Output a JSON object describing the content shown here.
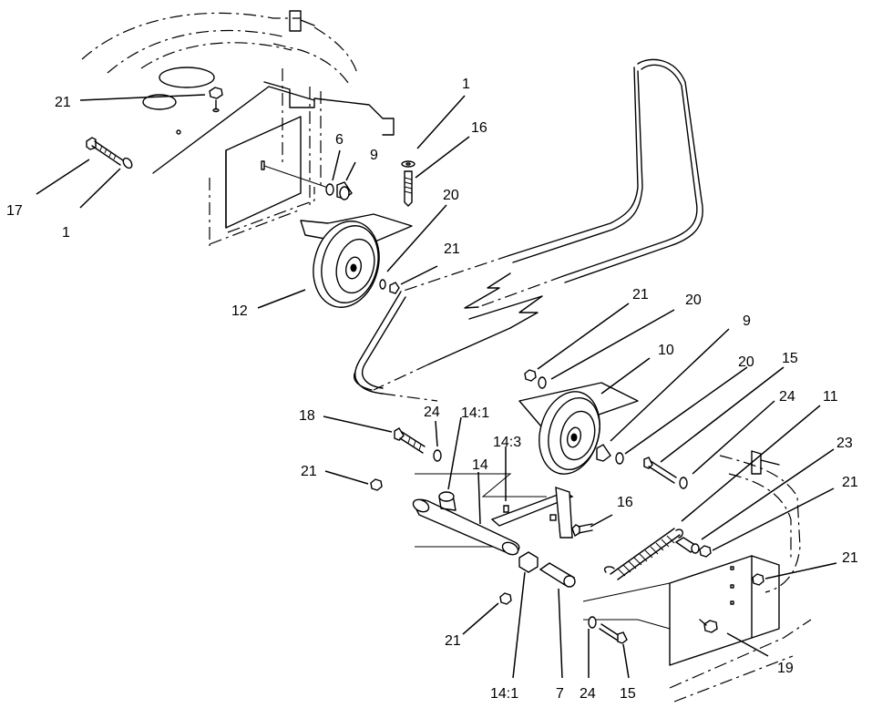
{
  "callouts": [
    "21",
    "1",
    "16",
    "17",
    "1",
    "6",
    "9",
    "20",
    "21",
    "12",
    "21",
    "20",
    "9",
    "10",
    "20",
    "15",
    "24",
    "11",
    "23",
    "18",
    "24",
    "14:1",
    "14:3",
    "14",
    "21",
    "16",
    "21",
    "21",
    "21",
    "24",
    "15",
    "14:1",
    "7",
    "19"
  ]
}
